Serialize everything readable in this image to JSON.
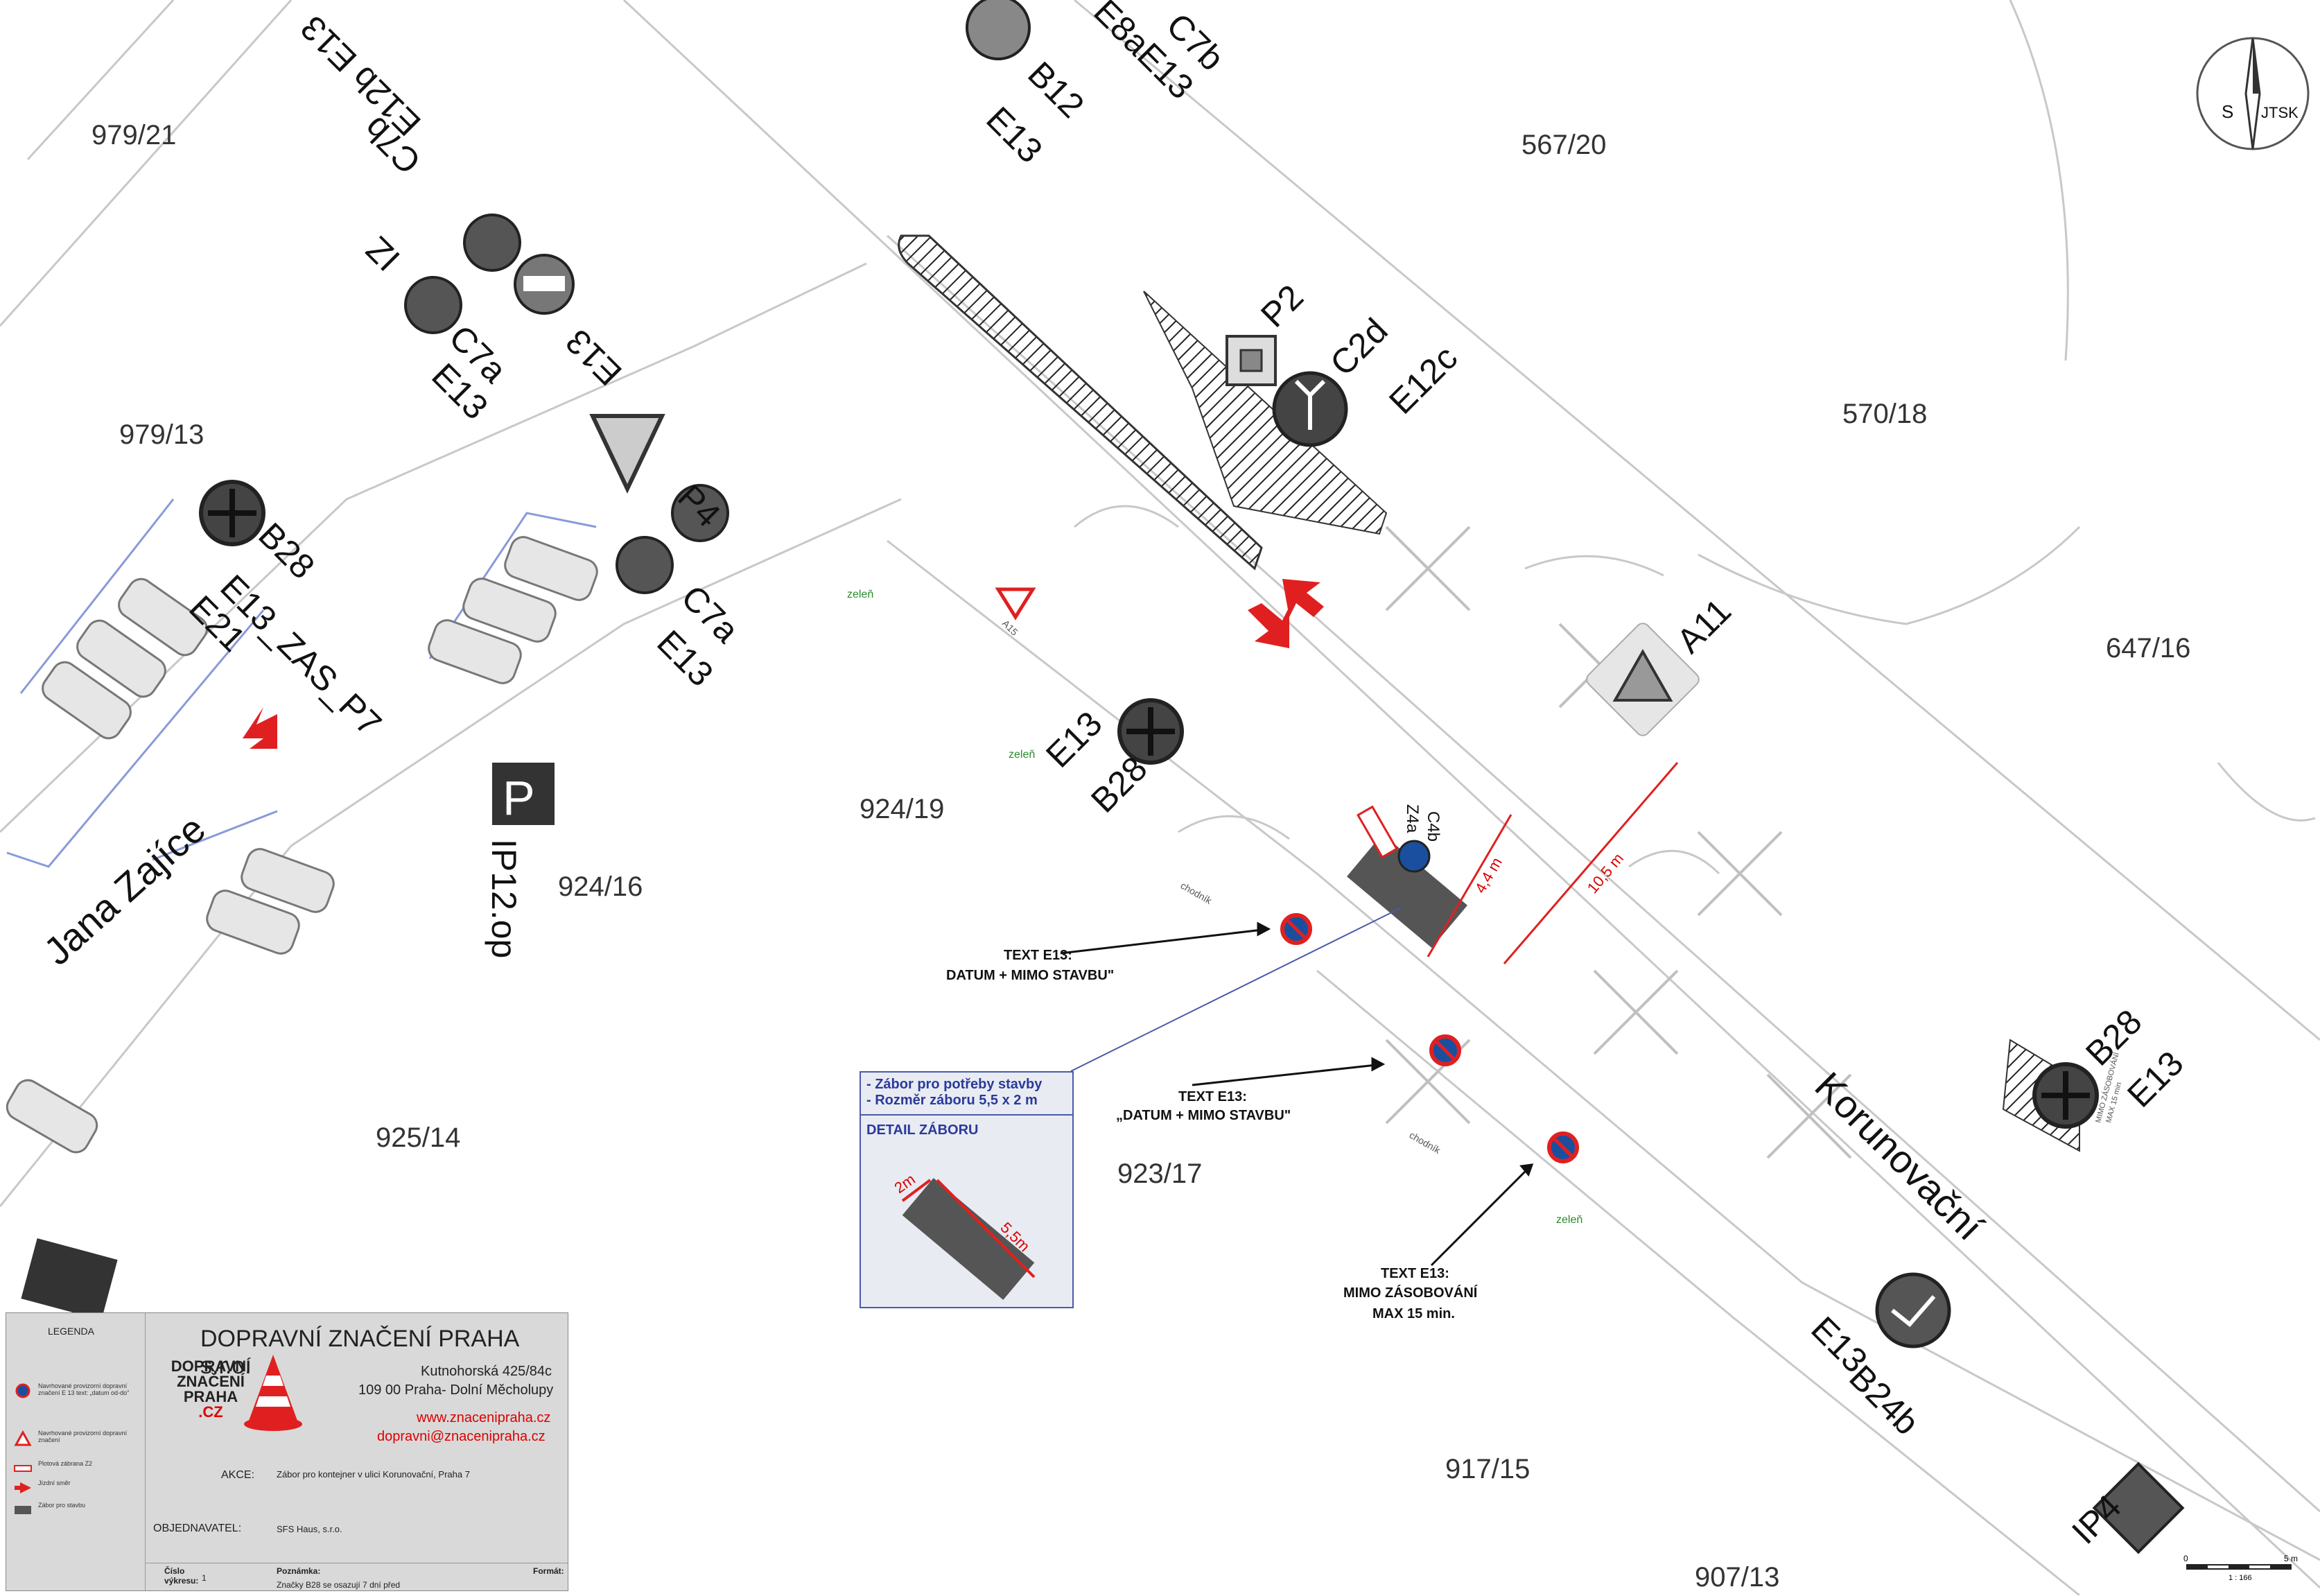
{
  "parcels": [
    "979/21",
    "567/20",
    "979/13",
    "570/18",
    "647/16",
    "924/19",
    "924/16",
    "925/14",
    "923/17",
    "917/15",
    "907/13"
  ],
  "streets": {
    "jana_zajice": "Jana Zajíce",
    "korunovacni": "Korunovační"
  },
  "sign_codes": {
    "top_b12": "B12",
    "top_e13": "E13",
    "top_c7b": "C7b",
    "top_e8ae13": "E8aE13",
    "left_c7b": "C7b",
    "left_e12b": "E12b E13",
    "left_iz": "IZ",
    "left_c7a": "C7a",
    "left_e13": "E13",
    "p4": "P4",
    "e13_yield": "E13",
    "c7a2": "C7a",
    "e13_c7a2": "E13",
    "b28_left": "B28",
    "e13zas": "E13_ZAS_P7",
    "e21": "E21",
    "p2": "P2",
    "c2d": "C2d",
    "e12c": "E12c",
    "a11": "A11",
    "b28_mid": "B28",
    "e13_mid": "E13",
    "ip12op": "IP12.op",
    "c4b": "C4b",
    "z4a": "Z4a",
    "b28_right": "B28",
    "e13_right": "E13",
    "b24b": "B24b",
    "e13_b24b": "E13",
    "ip4": "IP4"
  },
  "labels": {
    "zelen": "zeleň",
    "chodnik": "chodník",
    "compass_s": "S",
    "compass_jtsk": "JTSK",
    "dim_44": "4,4 m",
    "dim_105": "10,5 m",
    "a15": "A15",
    "mimo_zas": "MIMO ZÁSOBOVÁNÍ",
    "mimo_zas_max": "MAX 15 min"
  },
  "notes": {
    "note1_l1": "TEXT E13:",
    "note1_l2": "DATUM + MIMO STAVBU\"",
    "note2_l1": "TEXT E13:",
    "note2_l2": "„DATUM + MIMO STAVBU\"",
    "note3_l1": "TEXT E13:",
    "note3_l2": "MIMO ZÁSOBOVÁNÍ",
    "note3_l3": "MAX 15 min."
  },
  "detail": {
    "line1": "- Zábor pro potřeby stavby",
    "line2": "- Rozměr záboru 5,5 x 2 m",
    "title": "DETAIL ZÁBORU",
    "w": "2m",
    "l": "5,5m"
  },
  "legend": {
    "title": "LEGENDA",
    "items": [
      "Navrhované provizorní dopravní značení E 13 text: „datum od-do\"",
      "Navrhované provizorní dopravní značení",
      "Plotová zábrana Z2",
      "Jízdní směr",
      "Zábor pro stavbu"
    ],
    "company": "DOPRAVNÍ ZNAČENÍ PRAHA s.r.o.",
    "address1": "Kutnohorská 425/84c",
    "address2": "109 00 Praha- Dolní Měcholupy",
    "web": "www.znacenipraha.cz",
    "email": "dopravni@znacenipraha.cz",
    "logo_l1": "DOPRAVNÍ",
    "logo_l2": "ZNAČENÍ",
    "logo_l3": "PRAHA",
    "logo_cz": ".CZ",
    "akce_label": "AKCE:",
    "akce_value": "Zábor pro kontejner v ulici Korunovační, Praha 7",
    "obj_label": "OBJEDNAVATEL:",
    "obj_value": "SFS Haus, s.r.o.",
    "cislo_label": "Číslo výkresu:",
    "cislo_value": "1",
    "poznamka_label": "Poznámka:",
    "poznamka_value": "Značky B28 se osazují 7 dní před",
    "format_label": "Formát:"
  },
  "scale": {
    "zero": "0",
    "five": "5 m",
    "ratio": "1 : 166"
  },
  "colors": {
    "red": "#e02020",
    "blue_sign": "#1a4fa0",
    "zabor": "#555555",
    "outline": "#bbbbbb"
  }
}
